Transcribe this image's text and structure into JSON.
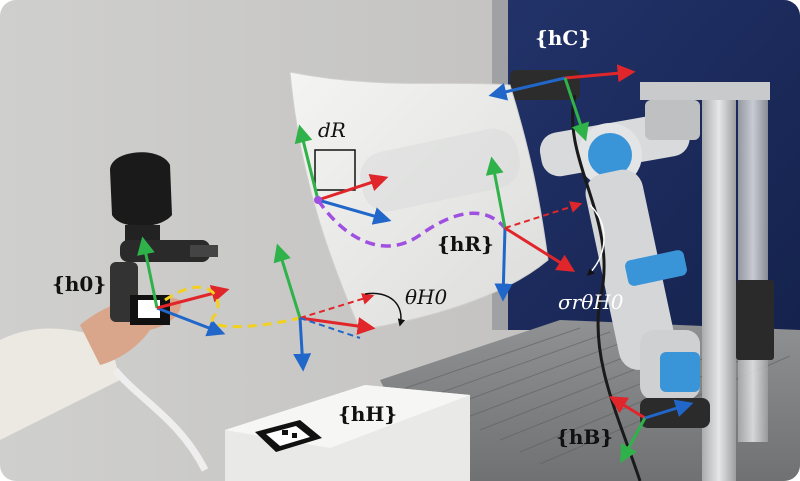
{
  "labels": {
    "h0": "{h0}",
    "hC": "{hC}",
    "hR": "{hR}",
    "hH": "{hH}",
    "hB": "{hB}",
    "dR": "dR",
    "thetaH": "θH0",
    "sigmaTheta": "σrθH0"
  },
  "colors": {
    "x_axis": "#e0262b",
    "y_axis": "#2fb24a",
    "z_axis": "#2167c9",
    "yellow_path": "#f2d020",
    "purple_path": "#a050e0"
  }
}
